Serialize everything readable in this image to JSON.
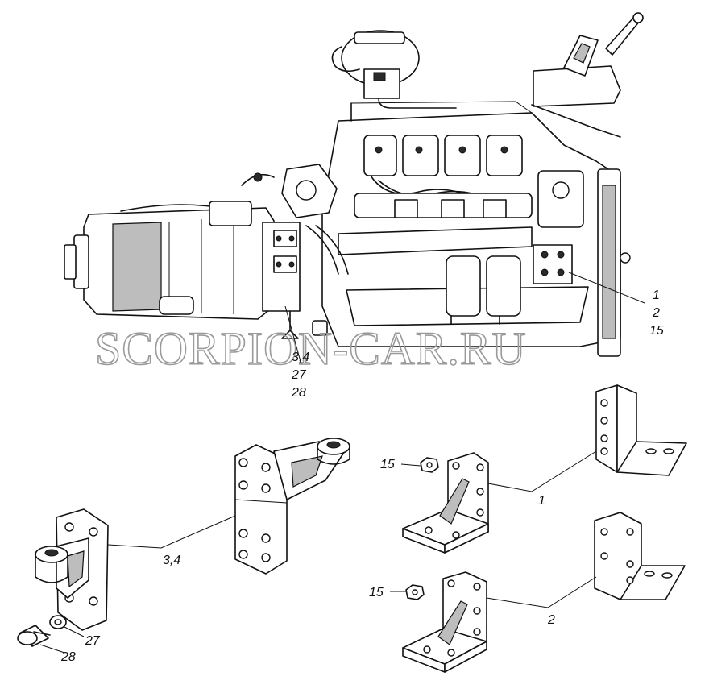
{
  "watermark": "SCORPION-CAR.RU",
  "callouts": {
    "engine_right_1": "1",
    "engine_right_2": "2",
    "engine_right_15": "15",
    "engine_left_34": "3,4",
    "engine_left_27": "27",
    "engine_left_28": "28",
    "left_bracket_34": "3,4",
    "bolt_28": "28",
    "washer_27": "27",
    "nut_upper_15": "15",
    "nut_lower_15": "15",
    "bracket_1": "1",
    "bracket_2": "2"
  }
}
